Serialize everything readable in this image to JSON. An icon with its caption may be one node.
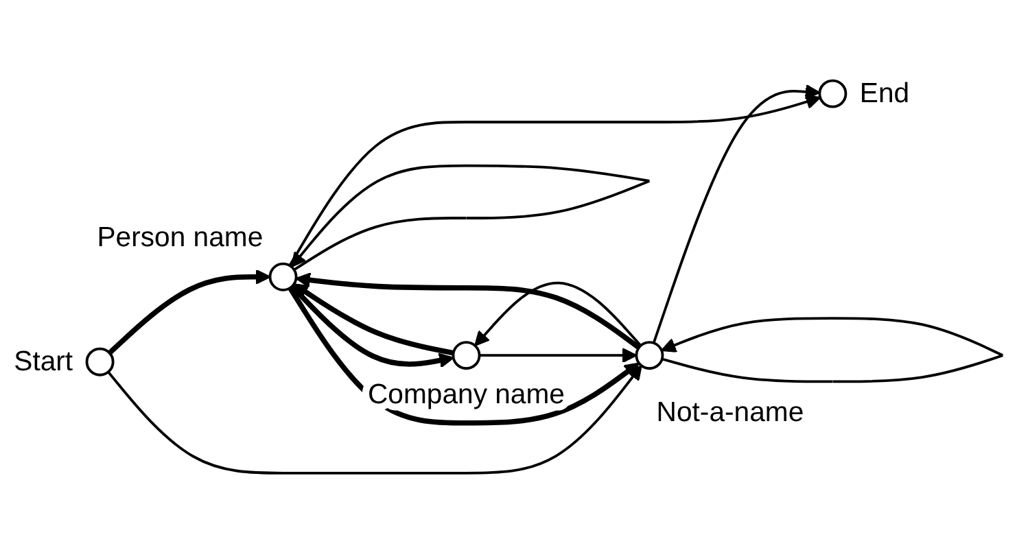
{
  "diagram": {
    "nodes": [
      {
        "text": [],
        "shape": "circle",
        "beside": [
          "Start"
        ]
      },
      {
        "text": [],
        "shape": "circle",
        "beside": [
          "Person name"
        ]
      },
      {
        "text": [],
        "shape": "circle",
        "beside": [
          "Company name"
        ]
      },
      {
        "text": [],
        "shape": "circle",
        "beside": [
          "Not-a-name"
        ]
      },
      {
        "text": [],
        "shape": "circle",
        "beside": [
          "End"
        ]
      }
    ],
    "edges": [
      {
        "from": 0,
        "to": 1,
        "arrow": "to",
        "style": "thick"
      },
      {
        "from": 0,
        "to": 3,
        "arrow": "to"
      },
      {
        "from": 1,
        "to": 1,
        "arrow": "to"
      },
      {
        "from": 2,
        "to": 1,
        "arrow": "to",
        "style": "thick"
      },
      {
        "from": 1,
        "to": 2,
        "arrow": "to",
        "style": "thick"
      },
      {
        "from": 1,
        "to": 3,
        "arrow": "to",
        "style": "thick"
      },
      {
        "from": 3,
        "to": 1,
        "arrow": "to",
        "style": "thick"
      },
      {
        "from": 3,
        "to": 2,
        "arrow": "to"
      },
      {
        "from": 2,
        "to": 3,
        "arrow": "to"
      },
      {
        "from": 1,
        "to": 4,
        "arrow": "to"
      },
      {
        "from": 3,
        "to": 4,
        "arrow": "to"
      },
      {
        "from": 3,
        "to": 3,
        "arrow": "to"
      }
    ]
  }
}
